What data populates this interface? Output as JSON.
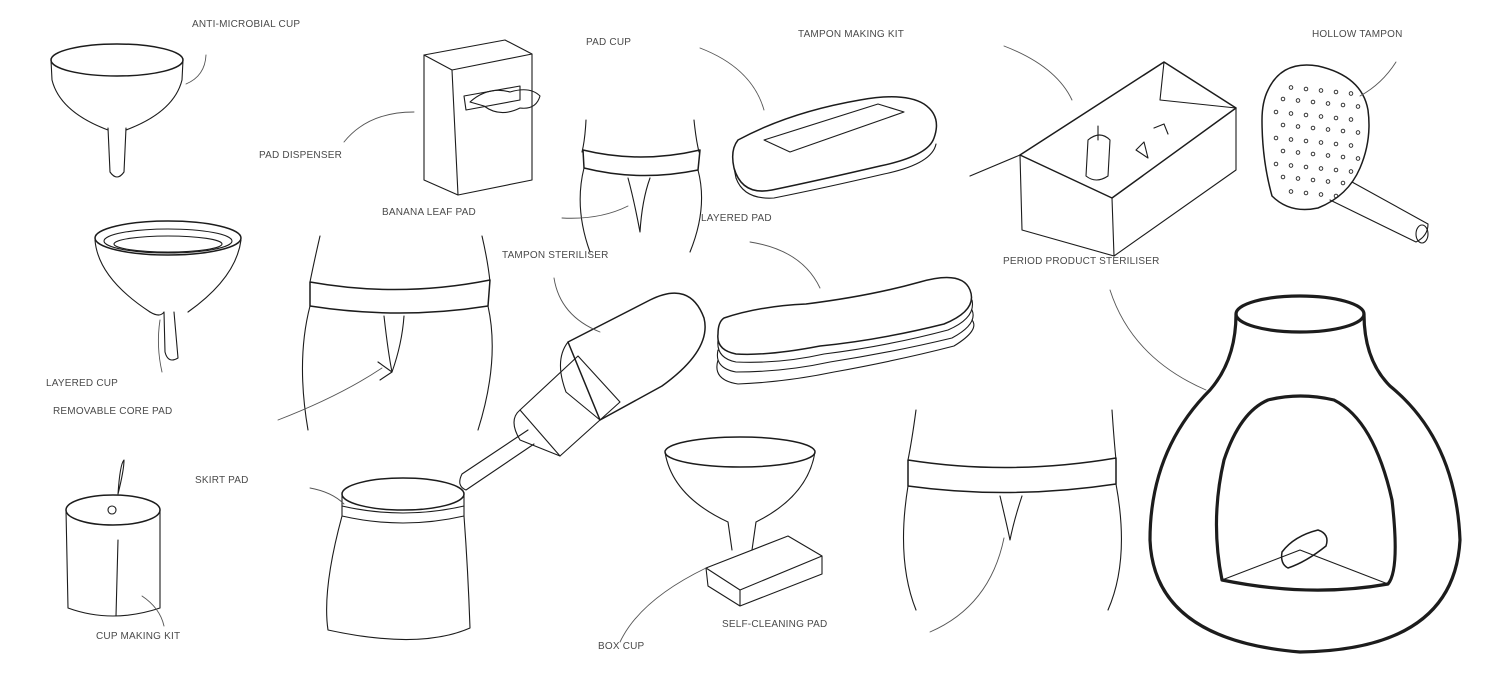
{
  "labels": {
    "anti_microbial_cup": "ANTI-MICROBIAL CUP",
    "pad_dispenser": "PAD DISPENSER",
    "banana_leaf_pad": "BANANA LEAF PAD",
    "pad_cup": "PAD CUP",
    "tampon_making_kit": "TAMPON MAKING KIT",
    "hollow_tampon": "HOLLOW TAMPON",
    "layered_pad": "LAYERED PAD",
    "tampon_steriliser": "TAMPON STERILISER",
    "period_product_steriliser": "PERIOD PRODUCT STERILISER",
    "layered_cup": "LAYERED CUP",
    "removable_core_pad": "REMOVABLE CORE PAD",
    "skirt_pad": "SKIRT PAD",
    "cup_making_kit": "CUP MAKING KIT",
    "self_cleaning_pad": "SELF-CLEANING PAD",
    "box_cup": "BOX CUP"
  }
}
